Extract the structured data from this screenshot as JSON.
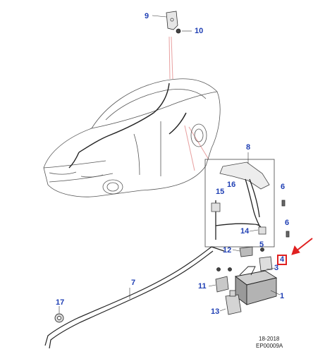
{
  "diagram": {
    "callouts": [
      {
        "id": "c1",
        "text": "1"
      },
      {
        "id": "c3",
        "text": "3"
      },
      {
        "id": "c4",
        "text": "4",
        "highlighted": true
      },
      {
        "id": "c5",
        "text": "5"
      },
      {
        "id": "c6a",
        "text": "6"
      },
      {
        "id": "c6b",
        "text": "6"
      },
      {
        "id": "c7",
        "text": "7"
      },
      {
        "id": "c8",
        "text": "8"
      },
      {
        "id": "c9",
        "text": "9"
      },
      {
        "id": "c10",
        "text": "10"
      },
      {
        "id": "c11",
        "text": "11"
      },
      {
        "id": "c12",
        "text": "12"
      },
      {
        "id": "c13",
        "text": "13"
      },
      {
        "id": "c14",
        "text": "14"
      },
      {
        "id": "c15",
        "text": "15"
      },
      {
        "id": "c16",
        "text": "16"
      },
      {
        "id": "c17",
        "text": "17"
      }
    ],
    "footer": {
      "date": "18-2018",
      "code": "EP00009A"
    },
    "colors": {
      "callout": "#1f3fb4",
      "highlight": "#e02020",
      "leader": "#e8a0a0",
      "line": "#333333"
    }
  }
}
